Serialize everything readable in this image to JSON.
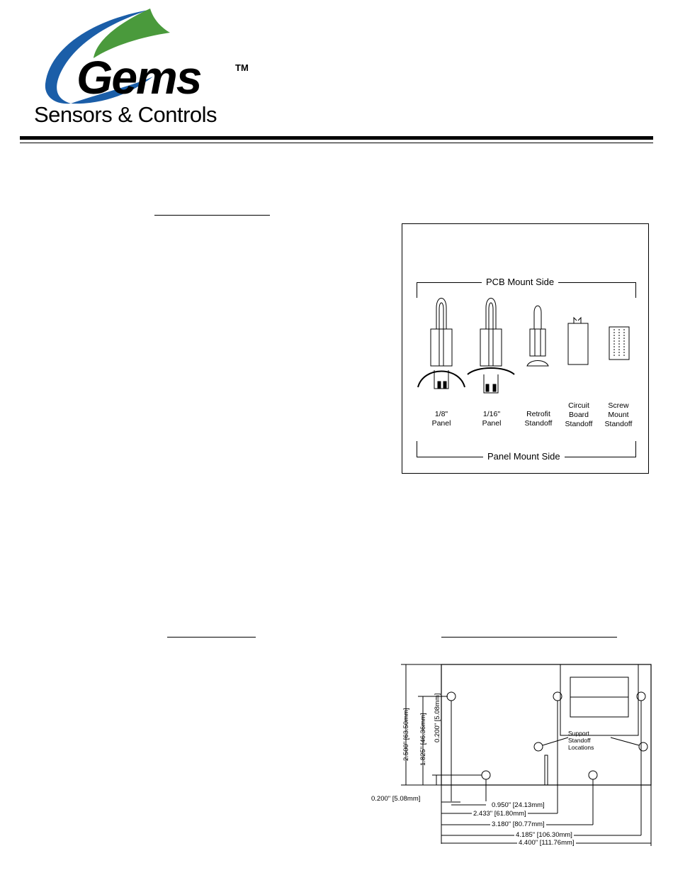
{
  "brand": {
    "name": "Gems",
    "trademark": "TM",
    "tagline": "Sensors & Controls",
    "colors": {
      "blue": "#1b5ea8",
      "green": "#4a9a3c"
    }
  },
  "mounting_options": {
    "top_label": "PCB Mount Side",
    "bottom_label": "Panel Mount Side",
    "options": [
      {
        "label": "1/8\"\nPanel"
      },
      {
        "label": "1/16\"\nPanel"
      },
      {
        "label": "Retrofit\nStandoff"
      },
      {
        "label": "Circuit\nBoard\nStandoff"
      },
      {
        "label": "Screw\nMount\nStandoff"
      }
    ]
  },
  "dimensions": {
    "callout": "Support\nStandoff\nLocations",
    "vertical": {
      "overall": "2.500\" [63.50mm]",
      "middle": "1.825\" [46.36mm]",
      "small": "0.200\" [5.08mm]"
    },
    "horizontal": {
      "left_offset": "0.200\" [5.08mm]",
      "h1": "0.950\" [24.13mm]",
      "h2": "2.433\" [61.80mm]",
      "h3": "3.180\" [80.77mm]",
      "h4": "4.185\" [106.30mm]",
      "h5": "4.400\" [111.76mm]"
    }
  }
}
